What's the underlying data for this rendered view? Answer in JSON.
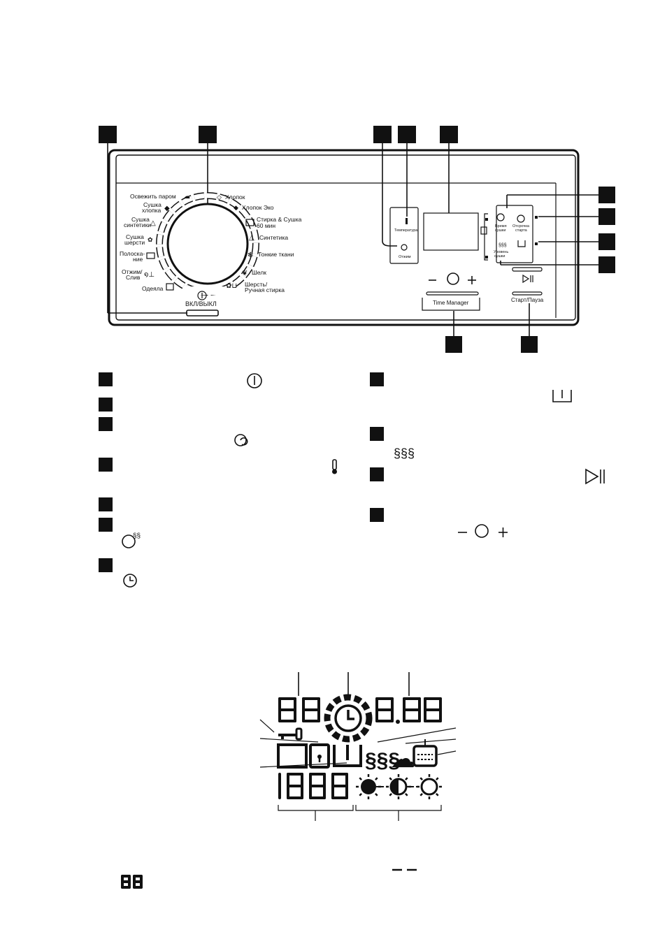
{
  "panel": {
    "programs": {
      "refresh_steam": "Освежить паром",
      "dry_cotton_1": "Сушка",
      "dry_cotton_2": "хлопка",
      "dry_synth_1": "Сушка",
      "dry_synth_2": "синтетики",
      "dry_wool_1": "Сушка",
      "dry_wool_2": "шерсти",
      "rinse_1": "Полоска-",
      "rinse_2": "ние",
      "spin_1": "Отжим/",
      "spin_2": "Слив",
      "blankets": "Одеяла",
      "cotton": "Хлопок",
      "cotton_eco": "Хлопок Эко",
      "wash_dry_1": "Стирка & Сушка",
      "wash_dry_2": "60 мин",
      "synthetics": "Синтетика",
      "delicates": "Тонкие ткани",
      "silk": "Шелк",
      "wool_1": "Шерсть/",
      "wool_2": "Ручная стирка"
    },
    "on_off": "ВКЛ/ВЫКЛ",
    "temperature": "Температура",
    "spin": "Отжим",
    "dry_time_1": "Время",
    "dry_time_2": "сушки",
    "delay_start_1": "Отсрочка",
    "delay_start_2": "старта",
    "dry_level_1": "Уровень",
    "dry_level_2": "сушки",
    "time_manager": "Time Manager",
    "start_pause": "Старт/Пауза"
  }
}
